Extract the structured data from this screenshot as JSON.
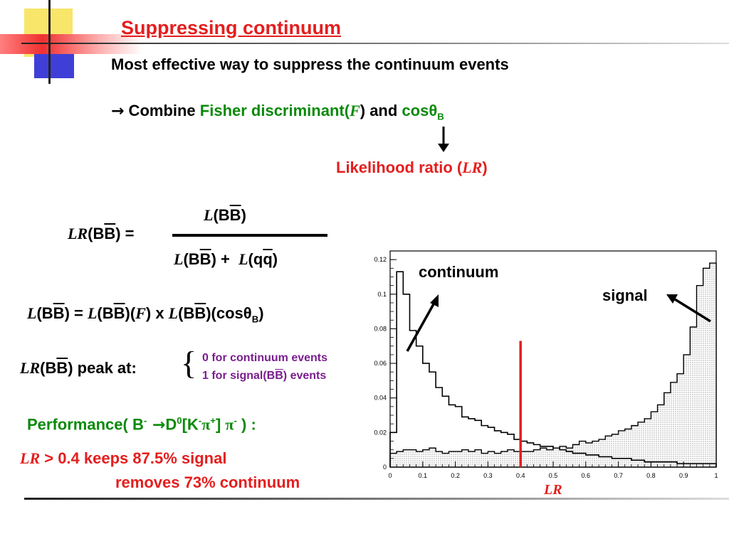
{
  "slide": {
    "title": "Suppressing continuum",
    "line1": "Most effective way to suppress the continuum events",
    "combine": {
      "arrow": "→",
      "text_a": " Combine ",
      "fisher": "Fisher discriminant(",
      "fisher_sym": "F",
      "text_b": ") and ",
      "cos": "cosθ",
      "cos_sub": "B"
    },
    "likelihood": {
      "text": "Likelihood ratio (",
      "sym": "LR",
      "close": ")"
    },
    "lr_formula": {
      "lhs_sym": "LR",
      "lhs_a": "(B",
      "lhs_bar": "B",
      "lhs_b": ") =",
      "num_sym": "L",
      "num_a": "(B",
      "num_bar": "B",
      "num_b": ")",
      "den_sym1": "L",
      "den_a": "(B",
      "den_bar1": "B",
      "den_b": ") +",
      "den_sym2": "L",
      "den_c": "(q",
      "den_bar2": "q",
      "den_d": ")"
    },
    "l_formula": {
      "s1": "L",
      "t1": "(B",
      "b1": "B",
      "t2": ") = ",
      "s2": "L",
      "t3": "(B",
      "b2": "B",
      "t4": ")(",
      "s3": "F",
      "t5": ") x ",
      "s4": "L",
      "t6": "(B",
      "b3": "B",
      "t7": ")(cosθ",
      "sub": "B",
      "t8": ")"
    },
    "peak": {
      "sym": "LR",
      "a": "(B",
      "bar": "B",
      "b": ") peak at:",
      "brace": "{",
      "opt1": "0 for continuum events",
      "opt2_a": "1 for signal(B",
      "opt2_bar": "B",
      "opt2_b": ") events"
    },
    "performance": {
      "a": "Performance( B",
      "sup1": "-",
      "arrow": " →",
      "b": "D",
      "sup2": "0",
      "c": "[K",
      "sup3": "-",
      "pi1": "π",
      "sup4": "+",
      "d": "] ",
      "pi2": "π",
      "sup5": "-",
      "e": " ) :"
    },
    "result": {
      "sym": "LR",
      "line1": " > 0.4 keeps 87.5% signal",
      "line2": "removes 73% continuum"
    }
  },
  "plot": {
    "label_continuum": "continuum",
    "label_signal": "signal",
    "xlabel_sym": "LR"
  },
  "colors": {
    "red": "#e41e1e",
    "green": "#0a8a0a",
    "purple": "#7a1e8e"
  },
  "chart_data": {
    "type": "histogram",
    "xlim": [
      0,
      1
    ],
    "ylim": [
      0,
      0.125
    ],
    "x_ticks": [
      "0",
      "0.1",
      "0.2",
      "0.3",
      "0.4",
      "0.5",
      "0.6",
      "0.7",
      "0.8",
      "0.9",
      "1"
    ],
    "y_ticks": [
      "0",
      "0.02",
      "0.04",
      "0.06",
      "0.08",
      "0.1",
      "0.12"
    ],
    "bin_width": 0.02,
    "cut_value": 0.4,
    "series": [
      {
        "name": "continuum",
        "values": [
          0.02,
          0.113,
          0.1,
          0.079,
          0.07,
          0.06,
          0.055,
          0.046,
          0.041,
          0.036,
          0.035,
          0.029,
          0.028,
          0.027,
          0.024,
          0.023,
          0.021,
          0.02,
          0.019,
          0.016,
          0.015,
          0.014,
          0.013,
          0.012,
          0.012,
          0.011,
          0.01,
          0.009,
          0.008,
          0.008,
          0.007,
          0.007,
          0.006,
          0.006,
          0.005,
          0.005,
          0.005,
          0.004,
          0.004,
          0.003,
          0.003,
          0.003,
          0.003,
          0.003,
          0.002,
          0.002,
          0.002,
          0.002,
          0.002,
          0.002
        ]
      },
      {
        "name": "signal",
        "values": [
          0.008,
          0.009,
          0.01,
          0.01,
          0.009,
          0.01,
          0.011,
          0.009,
          0.008,
          0.009,
          0.009,
          0.01,
          0.009,
          0.01,
          0.008,
          0.009,
          0.008,
          0.009,
          0.01,
          0.009,
          0.009,
          0.009,
          0.01,
          0.011,
          0.01,
          0.011,
          0.012,
          0.011,
          0.013,
          0.015,
          0.014,
          0.015,
          0.016,
          0.018,
          0.019,
          0.021,
          0.022,
          0.024,
          0.026,
          0.028,
          0.032,
          0.036,
          0.043,
          0.049,
          0.054,
          0.065,
          0.081,
          0.105,
          0.115,
          0.118
        ]
      }
    ]
  }
}
